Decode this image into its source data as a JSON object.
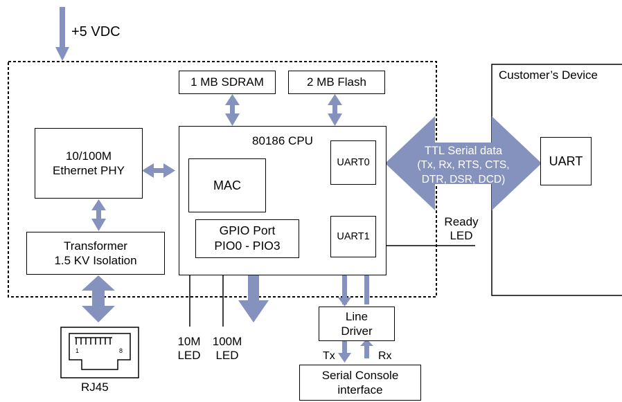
{
  "power": "+5 VDC",
  "sdram": "1 MB SDRAM",
  "flash": "2 MB Flash",
  "cpu": "80186 CPU",
  "mac": "MAC",
  "phy": {
    "line1": "10/100M",
    "line2": "Ethernet PHY"
  },
  "transformer": {
    "line1": "Transformer",
    "line2": "1.5 KV Isolation"
  },
  "gpio": {
    "line1": "GPIO Port",
    "line2": "PIO0 - PIO3"
  },
  "uart0": "UART0",
  "uart1": "UART1",
  "line_driver": {
    "line1": "Line",
    "line2": "Driver"
  },
  "console": {
    "line1": "Serial Console",
    "line2": "interface"
  },
  "ttl": {
    "line1": "TTL Serial data",
    "line2": "(Tx, Rx, RTS, CTS,",
    "line3": "DTR, DSR, DCD)"
  },
  "customer_device": "Customer’s Device",
  "customer_uart": "UART",
  "ready_led": {
    "line1": "Ready",
    "line2": "LED"
  },
  "led_10m": {
    "line1": "10M",
    "line2": "LED"
  },
  "led_100m": {
    "line1": "100M",
    "line2": "LED"
  },
  "tx": "Tx",
  "rx": "Rx",
  "rj45": {
    "label": "RJ45",
    "pin1": "1",
    "pin8": "8"
  },
  "colors": {
    "arrow": "#8592bd",
    "line": "#000000"
  }
}
